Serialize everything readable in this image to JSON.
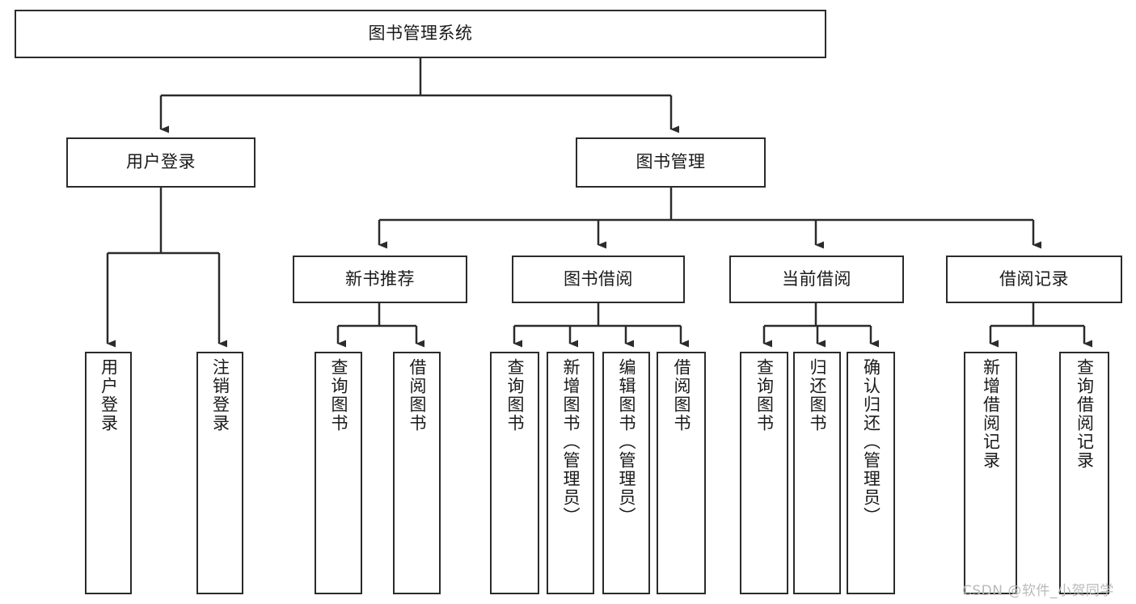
{
  "diagram": {
    "title": "图书管理系统",
    "watermark": "CSDN @软件_小贺同学",
    "colors": {
      "stroke": "#2b2b2b",
      "fill": "#ffffff",
      "text": "#1a1a1a",
      "watermark": "#b9b9b9"
    },
    "nodes": {
      "root": {
        "label": "图书管理系统"
      },
      "level2": [
        {
          "label": "用户登录"
        },
        {
          "label": "图书管理"
        }
      ],
      "level3": [
        {
          "label": "新书推荐"
        },
        {
          "label": "图书借阅"
        },
        {
          "label": "当前借阅"
        },
        {
          "label": "借阅记录"
        }
      ],
      "leaves": {
        "user_login": [
          {
            "label": "用户登录"
          },
          {
            "label": "注销登录"
          }
        ],
        "new_book": [
          {
            "label": "查询图书"
          },
          {
            "label": "借阅图书"
          }
        ],
        "book_borrow": [
          {
            "label": "查询图书"
          },
          {
            "label": "新增图书（管理员）"
          },
          {
            "label": "编辑图书（管理员）"
          },
          {
            "label": "借阅图书"
          }
        ],
        "current_borrow": [
          {
            "label": "查询图书"
          },
          {
            "label": "归还图书"
          },
          {
            "label": "确认归还（管理员）"
          }
        ],
        "borrow_record": [
          {
            "label": "新增借阅记录"
          },
          {
            "label": "查询借阅记录"
          }
        ]
      }
    }
  }
}
